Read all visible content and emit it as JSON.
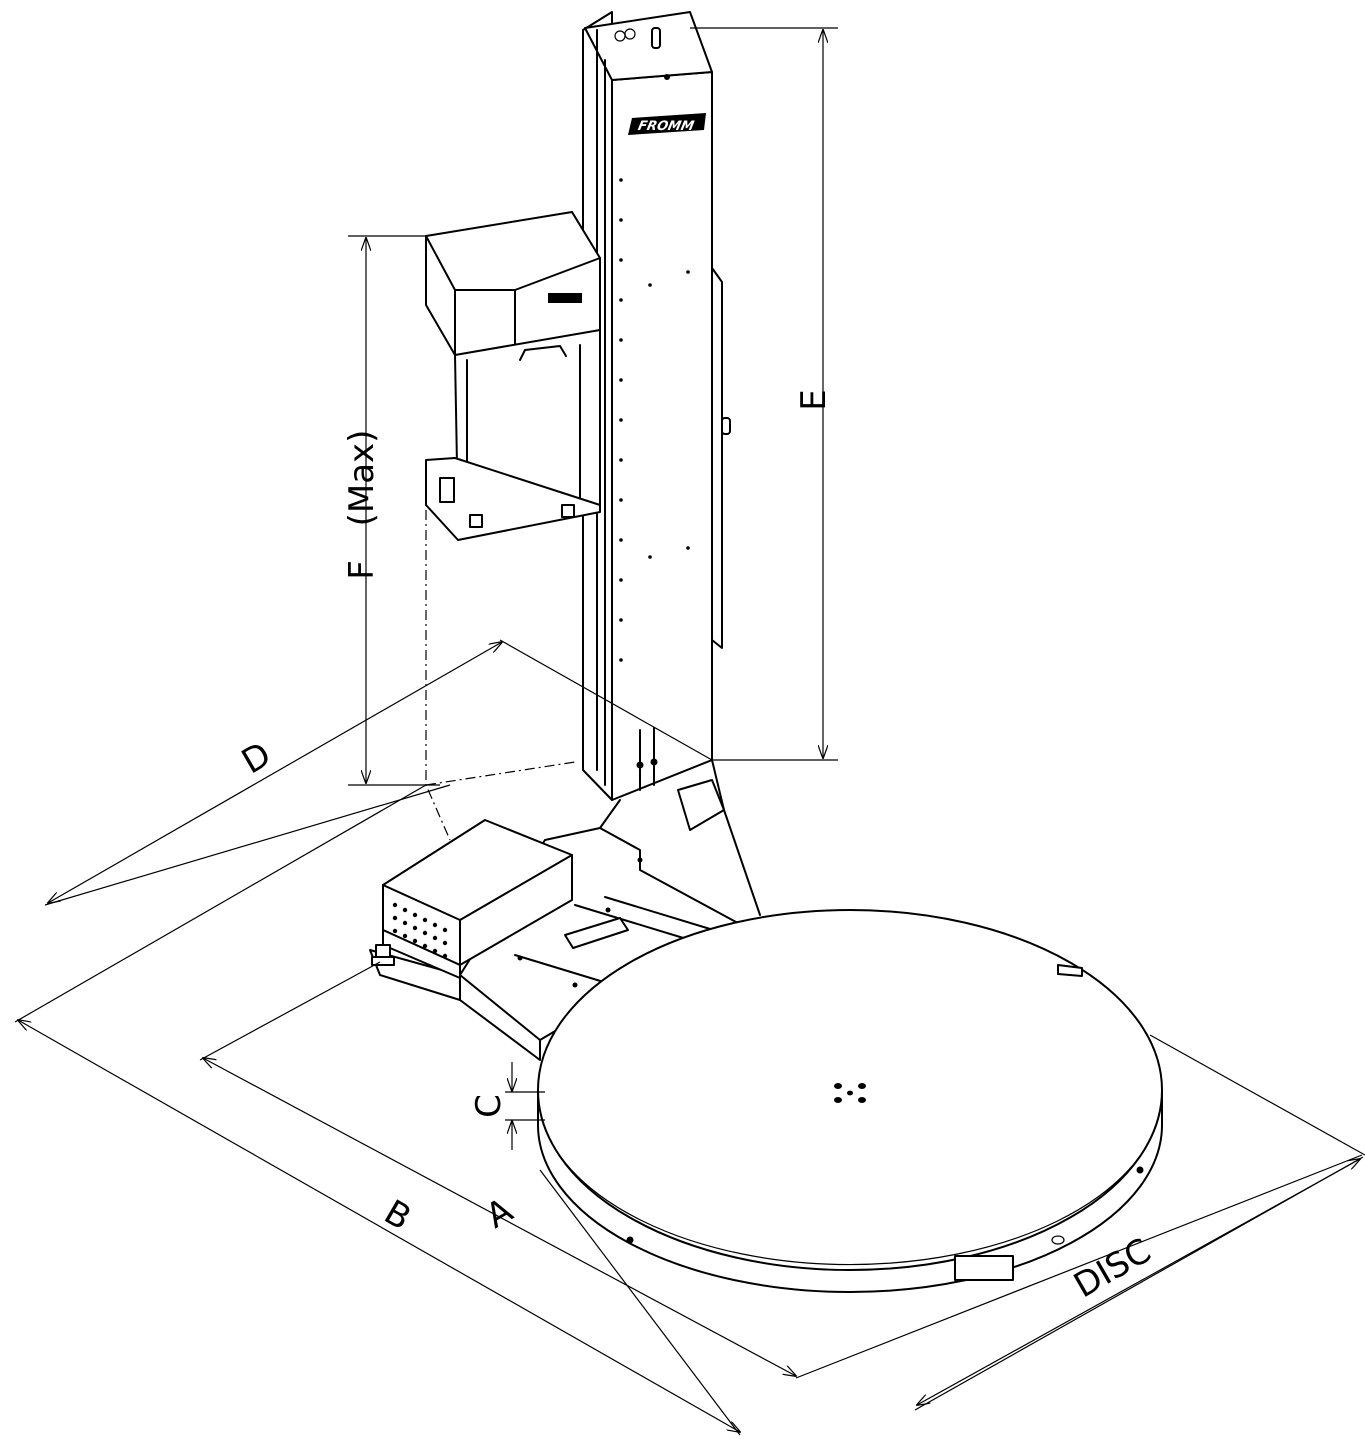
{
  "labels": {
    "a": "A",
    "b": "B",
    "c": "C",
    "d": "D",
    "e": "E",
    "f": "F",
    "f_max": "(Max)",
    "disc": "DISC"
  },
  "brand_logo": "FROMM",
  "colors": {
    "line": "#000000",
    "background": "#ffffff"
  }
}
